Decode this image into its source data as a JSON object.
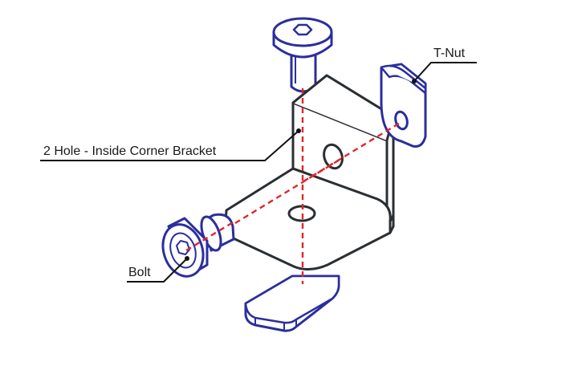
{
  "labels": {
    "t_nut": "T-Nut",
    "bracket": "2 Hole - Inside Corner Bracket",
    "bolt": "Bolt"
  },
  "icons": [
    "bolt-icon",
    "t-nut-icon",
    "corner-bracket-icon"
  ],
  "colors": {
    "hardware": "#2b2e9e",
    "hardware_fill": "#ffffff",
    "bracket_stroke": "#2a2f33",
    "bracket_fill": "#ffffff",
    "axis_line": "#e0262c",
    "leader": "#111111"
  }
}
